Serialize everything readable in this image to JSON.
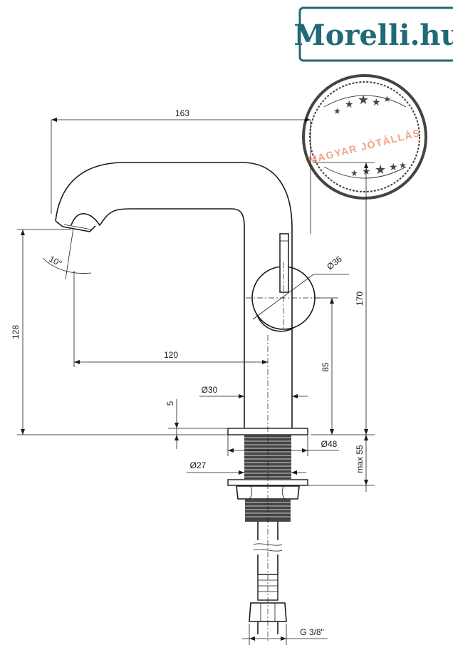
{
  "logo": {
    "text": "Morelli.hu",
    "color": "#1f6a75"
  },
  "stamp": {
    "text": "MAGYAR JÓTÁLLÁS",
    "text_color": "#f0a283",
    "ring_color": "#444444",
    "icon": "star-icon"
  },
  "dimensions": {
    "width_total": "163",
    "spout_angle": "10°",
    "spout_height": "128",
    "spout_reach": "120",
    "handle_diameter": "Ø36",
    "total_height": "170",
    "handle_height": "85",
    "body_diameter": "Ø30",
    "base_thickness": "5",
    "base_diameter": "Ø48",
    "max_deck": "max 55",
    "thread_diameter": "Ø27",
    "connection": "G 3/8\""
  }
}
